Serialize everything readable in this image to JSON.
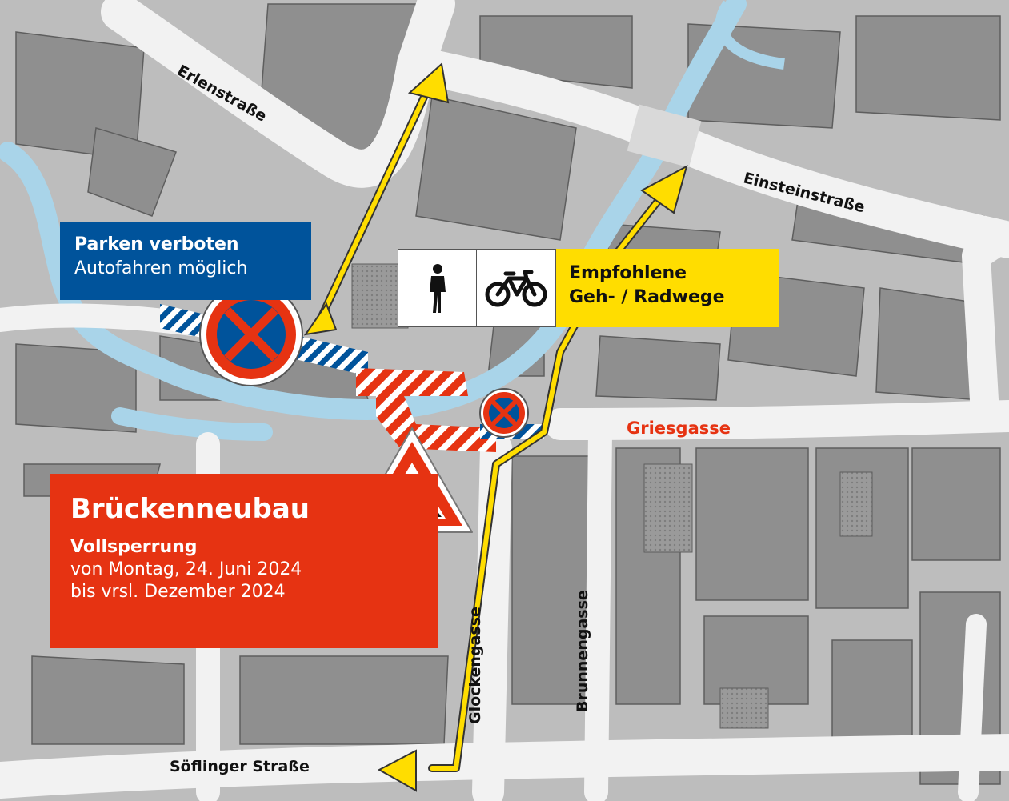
{
  "streets": {
    "erlenstrasse": "Erlenstraße",
    "einsteinstrasse": "Einsteinstraße",
    "griesgasse": "Griesgasse",
    "glockengasse": "Glockengasse",
    "brunnengasse": "Brunnengasse",
    "soeflinger_strasse": "Söflinger Straße"
  },
  "parking_notice": {
    "title": "Parken verboten",
    "subtitle": "Autofahren möglich"
  },
  "route_notice": {
    "line1": "Empfohlene",
    "line2": "Geh- / Radwege",
    "icons": [
      "pedestrian-icon",
      "bicycle-icon"
    ]
  },
  "construction_notice": {
    "title": "Brückenneubau",
    "subtitle": "Vollsperrung",
    "line1": "von Montag, 24. Juni 2024",
    "line2": "bis vrsl. Dezember 2024"
  },
  "colors": {
    "background": "#bdbdbd",
    "road": "#f2f2f2",
    "water": "#a9d4e9",
    "building": "#8f8f8f",
    "route": "#ffdd00",
    "closure": "#e63312",
    "no_parking_blue": "#00539b"
  }
}
